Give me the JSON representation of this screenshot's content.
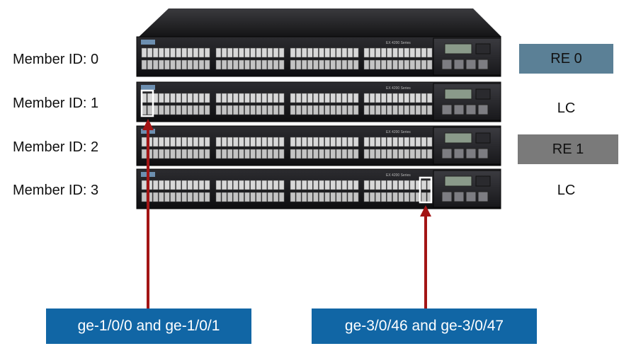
{
  "members": [
    {
      "label": "Member ID: 0",
      "role": "RE 0"
    },
    {
      "label": "Member ID: 1",
      "role": "LC"
    },
    {
      "label": "Member ID: 2",
      "role": "RE 1"
    },
    {
      "label": "Member ID: 3",
      "role": "LC"
    }
  ],
  "switch_model": "EX 4200 Series",
  "port_callouts": [
    {
      "text": "ge-1/0/0 and ge-1/0/1"
    },
    {
      "text": "ge-3/0/46 and ge-3/0/47"
    }
  ],
  "colors": {
    "re0_box": "#5b8096",
    "re1_box": "#7a7a7a",
    "callout_box": "#1166a5",
    "arrow": "#a31515",
    "chassis": "#1b1b1e"
  }
}
